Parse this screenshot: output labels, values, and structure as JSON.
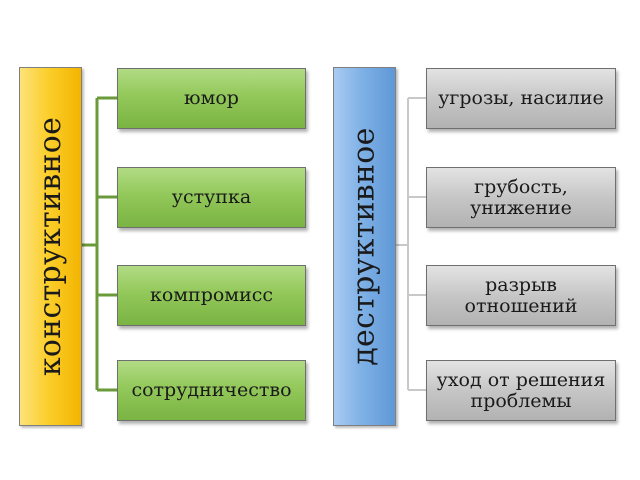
{
  "left": {
    "header": "конструктивное",
    "items": [
      "юмор",
      "уступка",
      "компромисс",
      "сотрудничество"
    ],
    "color": "#fbcf2c",
    "item_color": "#93c85a",
    "connector_color": "#6b9a3a"
  },
  "right": {
    "header": "деструктивное",
    "items": [
      "угрозы, насилие",
      "грубость, унижение",
      "разрыв отношений",
      "уход от решения проблемы"
    ],
    "color": "#7fb1e6",
    "item_color": "#c6c6c6",
    "connector_color": "#c8c8c8"
  }
}
